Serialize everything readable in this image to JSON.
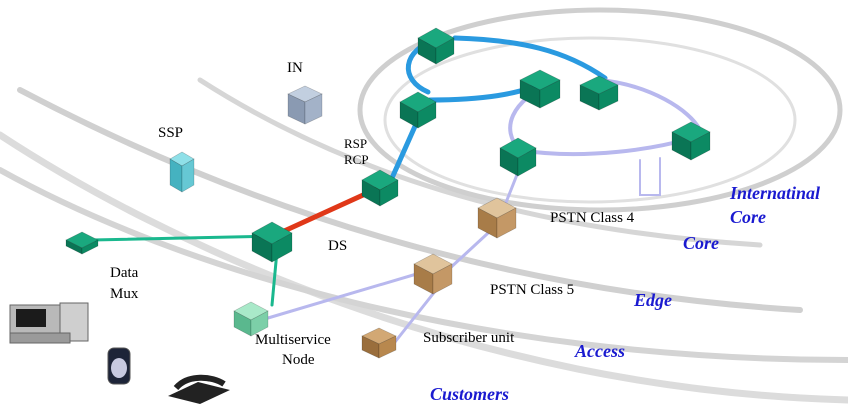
{
  "labels": {
    "in": "IN",
    "ssp": "SSP",
    "rsp": "RSP",
    "rcp": "RCP",
    "ds": "DS",
    "data": "Data",
    "mux": "Mux",
    "pstn4": "PSTN Class 4",
    "pstn5": "PSTN Class 5",
    "multiservice": "Multiservice",
    "node": "Node",
    "subscriber": "Subscriber unit"
  },
  "tiers": {
    "international": "Internatinal",
    "international_core": "Core",
    "core": "Core",
    "edge": "Edge",
    "access": "Access",
    "customers": "Customers"
  },
  "colors": {
    "core_ring": "#2a9ae0",
    "lavender_link": "#b8b8ee",
    "teal_link": "#1ab88e",
    "red_link": "#e03818",
    "switch_green": "#0a8f6a",
    "pstn_tan": "#c8a070",
    "subscriber_tan": "#b88a55",
    "tier_text": "#1a1ad0"
  }
}
